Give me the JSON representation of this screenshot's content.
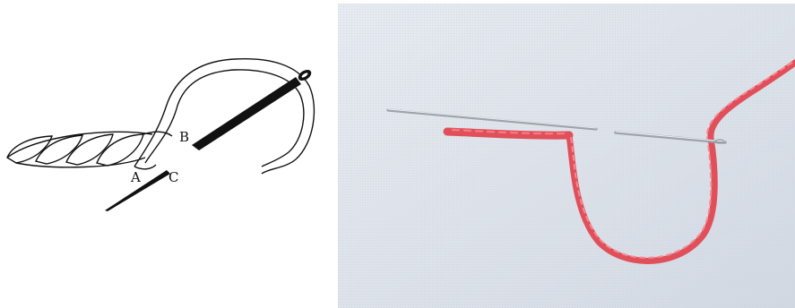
{
  "diagram": {
    "labels": {
      "a": "A",
      "b": "B",
      "c": "C"
    }
  },
  "photo": {
    "thread_color": "#e8555f",
    "fabric_color": "#dfe4ec",
    "needle_color": "#b8bcc4"
  }
}
